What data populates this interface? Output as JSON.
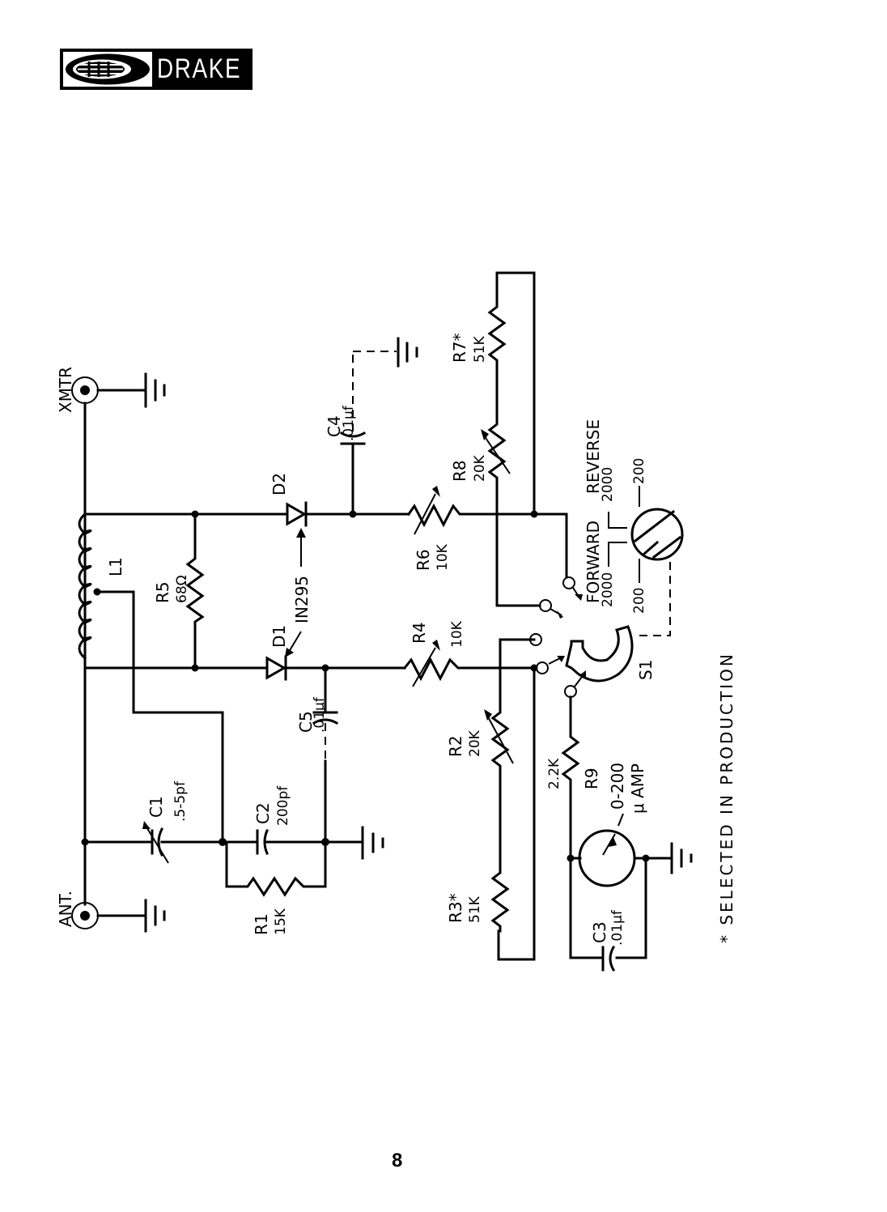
{
  "header": {
    "brand": "DRAKE",
    "logo_icon": "drake-emblem-icon"
  },
  "schematic": {
    "connectors": {
      "xmtr": "XMTR",
      "ant": "ANT."
    },
    "components": {
      "L1": {
        "ref": "L1",
        "value": ""
      },
      "R5": {
        "ref": "R5",
        "value": "68Ω"
      },
      "D1": {
        "ref": "D1",
        "value": ""
      },
      "D2": {
        "ref": "D2",
        "value": ""
      },
      "diode_type": "IN295",
      "C4": {
        "ref": "C4",
        "value": ".01μf"
      },
      "C5": {
        "ref": "C5",
        "value": ".01μf"
      },
      "R4": {
        "ref": "R4",
        "value": "10K"
      },
      "R6": {
        "ref": "R6",
        "value": "10K"
      },
      "R7": {
        "ref": "R7*",
        "value": "51K"
      },
      "R8": {
        "ref": "R8",
        "value": "20K"
      },
      "R2": {
        "ref": "R2",
        "value": "20K"
      },
      "R3": {
        "ref": "R3*",
        "value": "51K"
      },
      "R9": {
        "ref": "R9",
        "value": "2.2K"
      },
      "C1": {
        "ref": "C1",
        "value": ".5-5pf"
      },
      "C2": {
        "ref": "C2",
        "value": "200pf"
      },
      "R1": {
        "ref": "R1",
        "value": "15K"
      },
      "C3": {
        "ref": "C3",
        "value": ".01μf"
      },
      "meter": {
        "value": "0-200",
        "unit": "μ AMP"
      },
      "S1": {
        "ref": "S1"
      }
    },
    "switch_labels": {
      "forward": "FORWARD",
      "reverse": "REVERSE",
      "fwd_2000": "2000",
      "fwd_200": "200",
      "rev_2000": "2000",
      "rev_200": "200"
    },
    "footnote": "* SELECTED IN PRODUCTION"
  },
  "footer": {
    "page_number": "8"
  }
}
